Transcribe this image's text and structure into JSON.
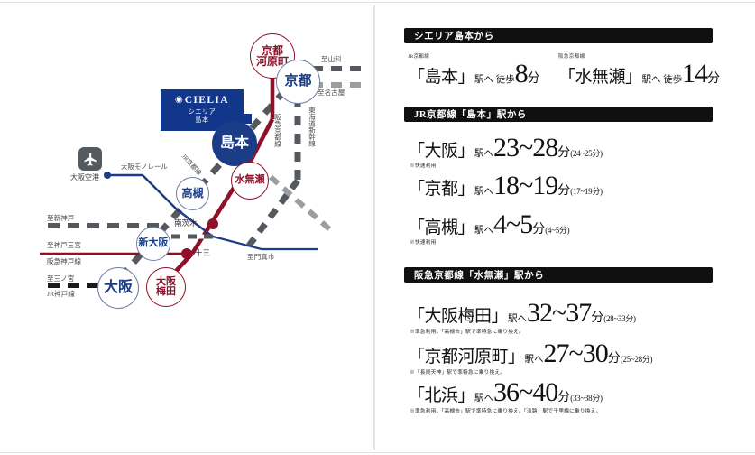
{
  "map": {
    "property": {
      "brand_en": "CIELIA",
      "brand_jp_line1": "シエリア",
      "brand_jp_line2": "島本"
    },
    "airport": {
      "label": "大阪空港",
      "icon": "airplane-icon"
    },
    "stations": [
      {
        "id": "kyoto-kawaramachi",
        "label": "京都\n河原町",
        "style": "out-red"
      },
      {
        "id": "kyoto",
        "label": "京都",
        "style": "out-navy"
      },
      {
        "id": "shimamoto",
        "label": "島本",
        "style": "fill-navy"
      },
      {
        "id": "minase",
        "label": "水無瀬",
        "style": "out-red"
      },
      {
        "id": "takatsuki",
        "label": "高槻",
        "style": "out-navy"
      },
      {
        "id": "shin-osaka",
        "label": "新大阪",
        "style": "out-navy"
      },
      {
        "id": "osaka",
        "label": "大阪",
        "style": "out-navy"
      },
      {
        "id": "osaka-umeda",
        "label": "大阪\n梅田",
        "style": "out-red"
      }
    ],
    "dot_stations": [
      {
        "id": "minami-ibaraki",
        "label": "南茨木"
      },
      {
        "id": "juso",
        "label": "十三"
      }
    ],
    "line_labels": [
      {
        "id": "hankyu-kyoto",
        "label": "阪急京都線"
      },
      {
        "id": "tokaido-shink",
        "label": "東海道新幹線"
      },
      {
        "id": "jr-kyoto",
        "label": "JR京都線"
      },
      {
        "id": "osaka-monorail",
        "label": "大阪モノレール"
      },
      {
        "id": "hankyu-kobe",
        "label": "阪急神戸線"
      },
      {
        "id": "jr-kobe",
        "label": "JR神戸線"
      }
    ],
    "direction_labels": [
      {
        "id": "to-yamashina",
        "label": "至山科"
      },
      {
        "id": "to-nagoya",
        "label": "至名古屋"
      },
      {
        "id": "to-shin-kobe",
        "label": "至新神戸"
      },
      {
        "id": "to-kobe-sannomiya",
        "label": "至神戸三宮"
      },
      {
        "id": "to-sannomiya",
        "label": "至三ノ宮"
      },
      {
        "id": "to-kadoma",
        "label": "至門真市"
      }
    ]
  },
  "panel": {
    "sections": [
      {
        "id": "from-cielia",
        "heading": "シエリア島本から",
        "entries": [
          {
            "sup": "JR京都線",
            "station": "「島本」",
            "to": "駅へ 徒歩",
            "value": "8",
            "unit": "分",
            "paren": "",
            "note": ""
          },
          {
            "sup": "阪急京都線",
            "station": "「水無瀬」",
            "to": "駅へ 徒歩",
            "value": "14",
            "unit": "分",
            "paren": "",
            "note": ""
          }
        ]
      },
      {
        "id": "from-jr-shimamoto",
        "heading": "JR京都線「島本」駅から",
        "entries": [
          {
            "sup": "",
            "station": "「大阪」",
            "to": "駅へ",
            "value": "23~28",
            "unit": "分",
            "paren": "(24~25分)",
            "note": "※快速利用"
          },
          {
            "sup": "",
            "station": "「京都」",
            "to": "駅へ",
            "value": "18~19",
            "unit": "分",
            "paren": "(17~19分)",
            "note": ""
          },
          {
            "sup": "",
            "station": "「高槻」",
            "to": "駅へ",
            "value": "4~5",
            "unit": "分",
            "paren": "(4~5分)",
            "note": "※快速利用"
          }
        ]
      },
      {
        "id": "from-hankyu-minase",
        "heading": "阪急京都線「水無瀬」駅から",
        "entries": [
          {
            "sup": "",
            "station": "「大阪梅田」",
            "to": "駅へ",
            "value": "32~37",
            "unit": "分",
            "paren": "(28~33分)",
            "note": "※準急利用。「高槻市」駅で準特急に乗り換え。"
          },
          {
            "sup": "",
            "station": "「京都河原町」",
            "to": "駅へ",
            "value": "27~30",
            "unit": "分",
            "paren": "(25~28分)",
            "note": "※「長岡天神」駅で準特急に乗り換え。"
          },
          {
            "sup": "",
            "station": "「北浜」",
            "to": "駅へ",
            "value": "36~40",
            "unit": "分",
            "paren": "(33~38分)",
            "note": "※準急利用。「高槻市」駅で準特急に乗り換え。「淡路」駅で千里線に乗り換え。"
          }
        ]
      }
    ]
  },
  "colors": {
    "navy": "#1b3c86",
    "brand_navy": "#12378a",
    "dark_red": "#8d1128",
    "header_black": "#101010",
    "rail_gray": "#55595e",
    "monorail_blue": "#1b3c86"
  }
}
